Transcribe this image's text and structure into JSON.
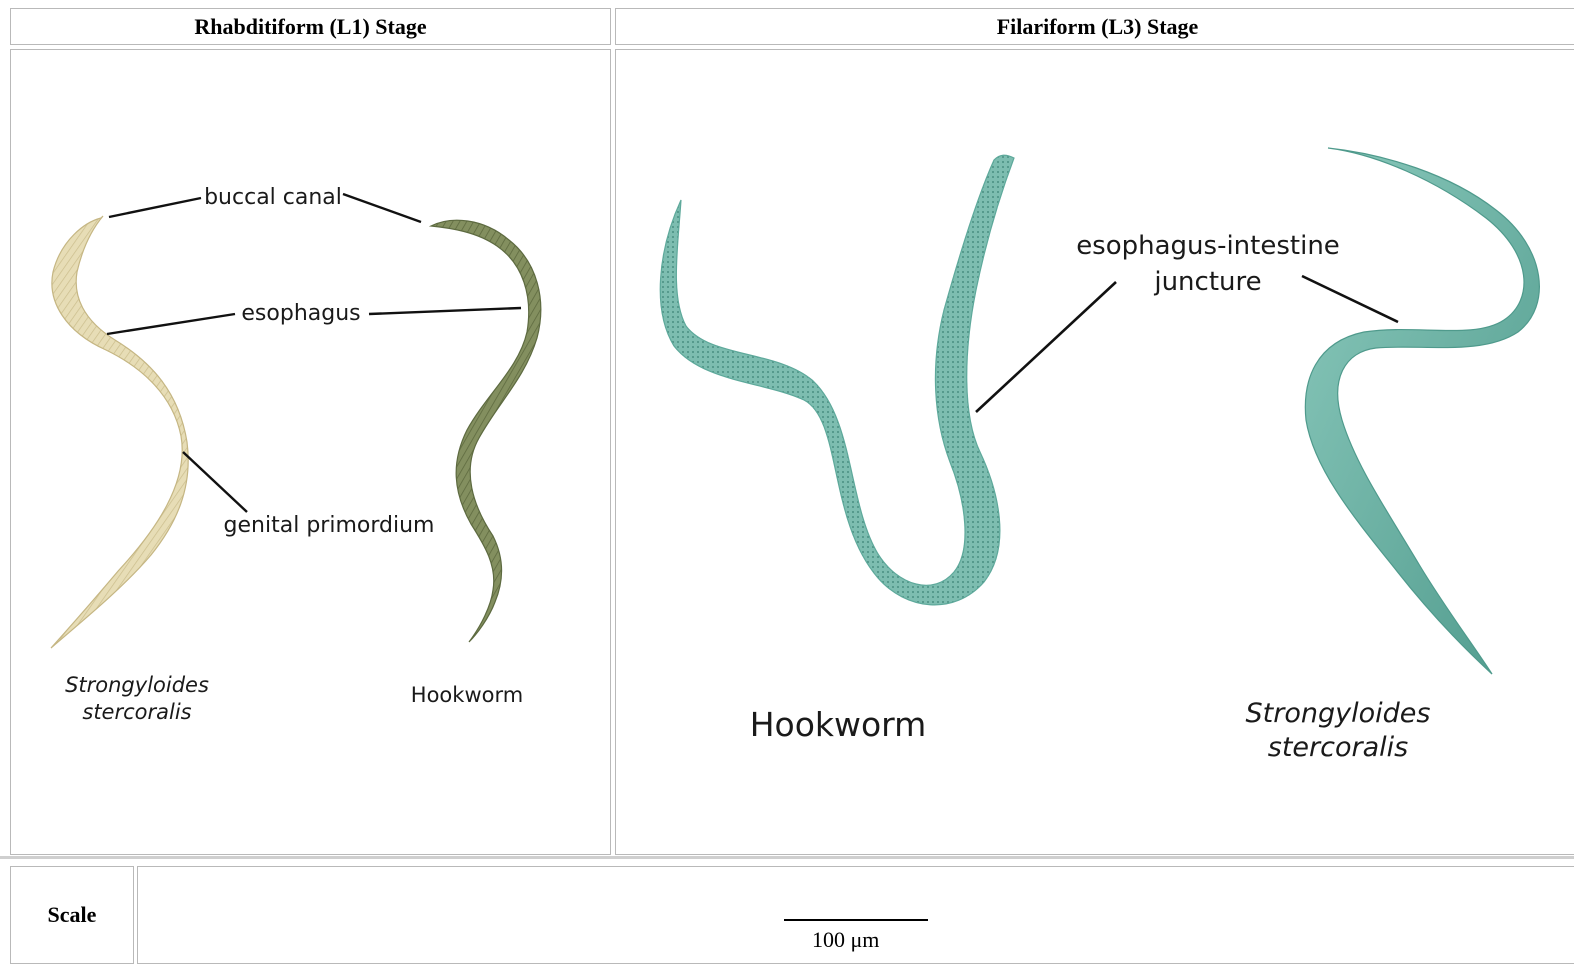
{
  "headers": {
    "left": "Rhabditiform (L1) Stage",
    "right": "Filariform (L3) Stage"
  },
  "left_panel": {
    "labels": {
      "buccal_canal": "buccal canal",
      "esophagus": "esophagus",
      "genital_primordium": "genital primordium"
    },
    "species_left_line1": "Strongyloides",
    "species_left_line2": "stercoralis",
    "species_right": "Hookworm",
    "colors": {
      "strongyloides_body": "#e6dcb4",
      "hookworm_body": "#7f8a5c"
    }
  },
  "right_panel": {
    "label_line1": "esophagus-intestine",
    "label_line2": "juncture",
    "species_left": "Hookworm",
    "species_right_line1": "Strongyloides",
    "species_right_line2": "stercoralis",
    "colors": {
      "worm_body": "#79b9ad",
      "worm_dark": "#4f9a8c"
    }
  },
  "scale": {
    "header": "Scale",
    "value": "100 μm"
  }
}
